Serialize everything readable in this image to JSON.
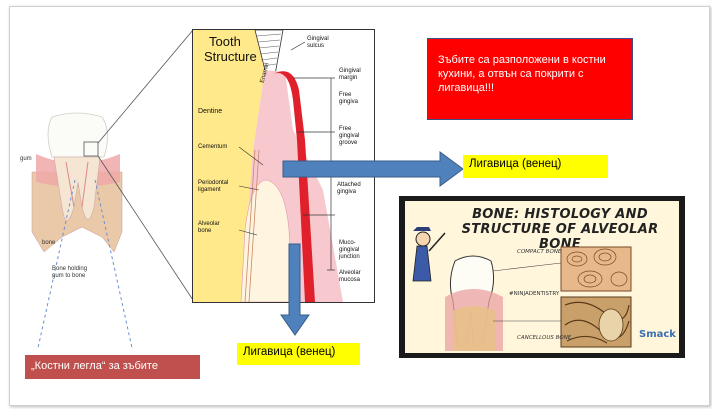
{
  "tooth_diagram": {
    "title_line1": "Tooth",
    "title_line2": "Structure",
    "labels": {
      "gingival_sulcus": "Gingival\nsulcus",
      "gingival_margin": "Gingival\nmargin",
      "free_gingiva": "Free\ngingiva",
      "free_gingival_groove": "Free\ngingival\ngroove",
      "attached_gingiva": "Attached\ngingiva",
      "mucogingival_junction": "Muco-\ngingival\njunction",
      "alveolar_mucosa": "Alveolar\nmucosa",
      "dentine": "Dentine",
      "enamel": "Enamel",
      "cementum": "Cementum",
      "periodontal_ligament": "Periodontal\nligament",
      "alveolar_bone": "Alveolar\nbone"
    }
  },
  "small_tooth": {
    "gum": "gum",
    "bone": "bone",
    "bone_holding": "Bone holding\ngum to bone"
  },
  "callout_red": "Зъбите са разположени в костни кухини, а отвън са покрити с лигавица!!!",
  "label_gum_right": "Лигавица (венец)",
  "label_gum_bottom": "Лигавица (венец)",
  "label_sockets": "„Костни легла“ за зъбите",
  "bone_panel": {
    "title": "BONE: HISTOLOGY AND STRUCTURE OF ALVEOLAR BONE",
    "compact_bone": "COMPACT BONE",
    "handle": "#NINJADENTISTRY",
    "cancellous_bone": "CANCELLOUS BONE",
    "brand": "Smack"
  },
  "colors": {
    "red_box": "#ff0000",
    "yellow": "#ffff00",
    "arrow_blue": "#4f81bd",
    "dark_red": "#c0504d",
    "gum_red": "#e0202a",
    "diagram_bg": "#ffec9a"
  }
}
